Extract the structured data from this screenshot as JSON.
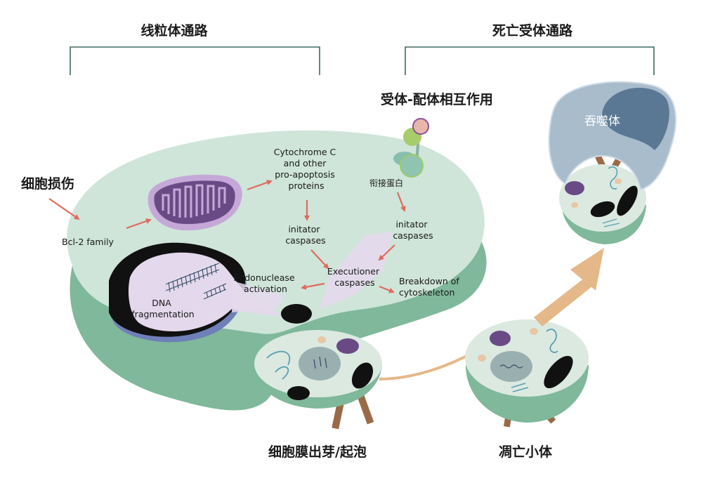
{
  "headers": {
    "mitochondrial_pathway": "线粒体通路",
    "death_receptor_pathway": "死亡受体通路"
  },
  "labels": {
    "cell_injury": "细胞损伤",
    "bcl2_family": "Bcl-2 family",
    "cytochrome_c": [
      "Cytochrome C",
      "and other",
      "pro-apoptosis",
      "proteins"
    ],
    "initiator_caspases_left": [
      "initator",
      "caspases"
    ],
    "executioner_caspases": [
      "Executioner",
      "caspases"
    ],
    "endonuclease_activation": [
      "Endonuclease",
      "activation"
    ],
    "dna_fragmentation": [
      "DNA",
      "fragmentation"
    ],
    "receptor_ligand_interaction": "受体-配体相互作用",
    "adaptor_protein": "衔接蛋白",
    "initiator_caspases_right": [
      "initator",
      "caspases"
    ],
    "cytoskeleton_breakdown": [
      "Breakdown of",
      "cytoskeleton"
    ],
    "phagocyte": "吞噬体",
    "membrane_blebbing": "细胞膜出芽/起泡",
    "apoptotic_body": "凋亡小体"
  },
  "colors": {
    "cell_fill": "#cfe5d9",
    "cell_side": "#7fb89a",
    "mito_purple": "#6a4a85",
    "mito_light": "#c5a8d8",
    "nucleus_lilac": "#e4d9ec",
    "arrow_red": "#e06a5f",
    "big_arrow": "#e5b889",
    "phagocyte_blue": "#a9bccc",
    "phagocyte_dark": "#5a7894",
    "bracket": "#3e6b63"
  }
}
